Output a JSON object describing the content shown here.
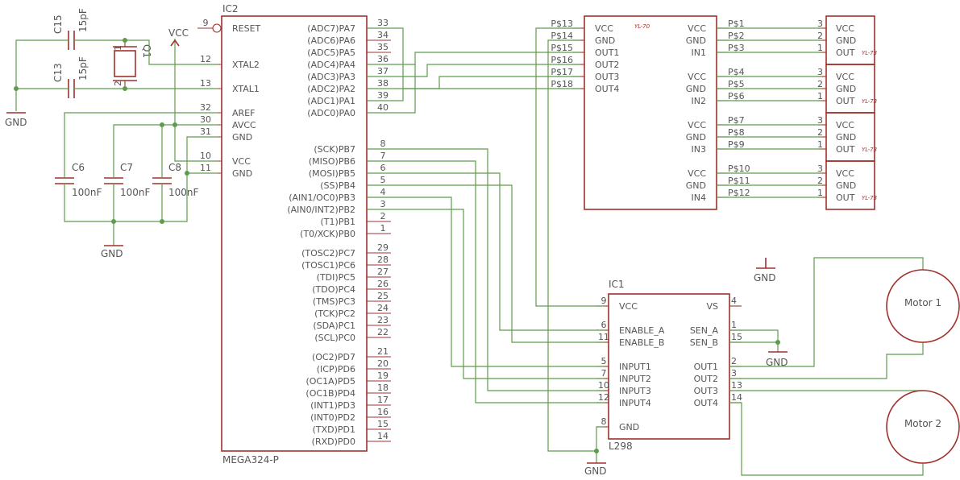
{
  "mcu": {
    "ref": "IC2",
    "value": "MEGA324-P",
    "left_pins": [
      {
        "num": "9",
        "name": "RESET"
      },
      {
        "num": "12",
        "name": "XTAL2"
      },
      {
        "num": "13",
        "name": "XTAL1"
      },
      {
        "num": "32",
        "name": "AREF"
      },
      {
        "num": "30",
        "name": "AVCC"
      },
      {
        "num": "31",
        "name": "GND"
      },
      {
        "num": "10",
        "name": "VCC"
      },
      {
        "num": "11",
        "name": "GND"
      }
    ],
    "right_pins": [
      {
        "num": "33",
        "name": "(ADC7)PA7"
      },
      {
        "num": "34",
        "name": "(ADC6)PA6"
      },
      {
        "num": "35",
        "name": "(ADC5)PA5"
      },
      {
        "num": "36",
        "name": "(ADC4)PA4"
      },
      {
        "num": "37",
        "name": "(ADC3)PA3"
      },
      {
        "num": "38",
        "name": "(ADC2)PA2"
      },
      {
        "num": "39",
        "name": "(ADC1)PA1"
      },
      {
        "num": "40",
        "name": "(ADC0)PA0"
      },
      {
        "num": "8",
        "name": "(SCK)PB7"
      },
      {
        "num": "7",
        "name": "(MISO)PB6"
      },
      {
        "num": "6",
        "name": "(MOSI)PB5"
      },
      {
        "num": "5",
        "name": "(SS)PB4"
      },
      {
        "num": "4",
        "name": "(AIN1/OC0)PB3"
      },
      {
        "num": "3",
        "name": "(AIN0/INT2)PB2"
      },
      {
        "num": "2",
        "name": "(T1)PB1"
      },
      {
        "num": "1",
        "name": "(T0/XCK)PB0"
      },
      {
        "num": "29",
        "name": "(TOSC2)PC7"
      },
      {
        "num": "28",
        "name": "(TOSC1)PC6"
      },
      {
        "num": "27",
        "name": "(TDI)PC5"
      },
      {
        "num": "26",
        "name": "(TDO)PC4"
      },
      {
        "num": "25",
        "name": "(TMS)PC3"
      },
      {
        "num": "24",
        "name": "(TCK)PC2"
      },
      {
        "num": "23",
        "name": "(SDA)PC1"
      },
      {
        "num": "22",
        "name": "(SCL)PC0"
      },
      {
        "num": "21",
        "name": "(OC2)PD7"
      },
      {
        "num": "20",
        "name": "(ICP)PD6"
      },
      {
        "num": "19",
        "name": "(OC1A)PD5"
      },
      {
        "num": "18",
        "name": "(OC1B)PD4"
      },
      {
        "num": "17",
        "name": "(INT1)PD3"
      },
      {
        "num": "16",
        "name": "(INT0)PD2"
      },
      {
        "num": "15",
        "name": "(TXD)PD1"
      },
      {
        "num": "14",
        "name": "(RXD)PD0"
      }
    ]
  },
  "crystal": {
    "ref": "Q1",
    "pin1": "1",
    "pin2": "2"
  },
  "capacitors": [
    {
      "ref": "C15",
      "value": "15pF"
    },
    {
      "ref": "C13",
      "value": "15pF"
    },
    {
      "ref": "C6",
      "value": "100nF"
    },
    {
      "ref": "C7",
      "value": "100nF"
    },
    {
      "ref": "C8",
      "value": "100nF"
    }
  ],
  "power": {
    "vcc": "VCC",
    "gnd": "GND"
  },
  "sensor_board": {
    "label": "YL-70",
    "left_pins": [
      "VCC",
      "GND",
      "OUT1",
      "OUT2",
      "OUT3",
      "OUT4"
    ],
    "left_nets": [
      "P$13",
      "P$14",
      "P$15",
      "P$16",
      "P$17",
      "P$18"
    ],
    "right_pins": [
      "VCC",
      "GND",
      "IN1",
      "VCC",
      "GND",
      "IN2",
      "VCC",
      "GND",
      "IN3",
      "VCC",
      "GND",
      "IN4"
    ],
    "right_nets": [
      "P$1",
      "P$2",
      "P$3",
      "P$4",
      "P$5",
      "P$6",
      "P$7",
      "P$8",
      "P$9",
      "P$10",
      "P$11",
      "P$12"
    ]
  },
  "sensors": {
    "pins": [
      "VCC",
      "GND",
      "OUT"
    ],
    "nums": [
      "3",
      "2",
      "1"
    ],
    "mark": "YL-73"
  },
  "driver": {
    "ref": "IC1",
    "value": "L298",
    "left_pins": [
      {
        "num": "9",
        "name": "VCC"
      },
      {
        "num": "6",
        "name": "ENABLE_A"
      },
      {
        "num": "11",
        "name": "ENABLE_B"
      },
      {
        "num": "5",
        "name": "INPUT1"
      },
      {
        "num": "7",
        "name": "INPUT2"
      },
      {
        "num": "10",
        "name": "INPUT3"
      },
      {
        "num": "12",
        "name": "INPUT4"
      },
      {
        "num": "8",
        "name": "GND"
      }
    ],
    "right_pins": [
      {
        "num": "4",
        "name": "VS"
      },
      {
        "num": "1",
        "name": "SEN_A"
      },
      {
        "num": "15",
        "name": "SEN_B"
      },
      {
        "num": "2",
        "name": "OUT1"
      },
      {
        "num": "3",
        "name": "OUT2"
      },
      {
        "num": "13",
        "name": "OUT3"
      },
      {
        "num": "14",
        "name": "OUT4"
      }
    ]
  },
  "motors": [
    "Motor 1",
    "Motor 2"
  ],
  "colors": {
    "part": "#a0312c",
    "wire": "#5d9c4d",
    "text": "#555555"
  }
}
